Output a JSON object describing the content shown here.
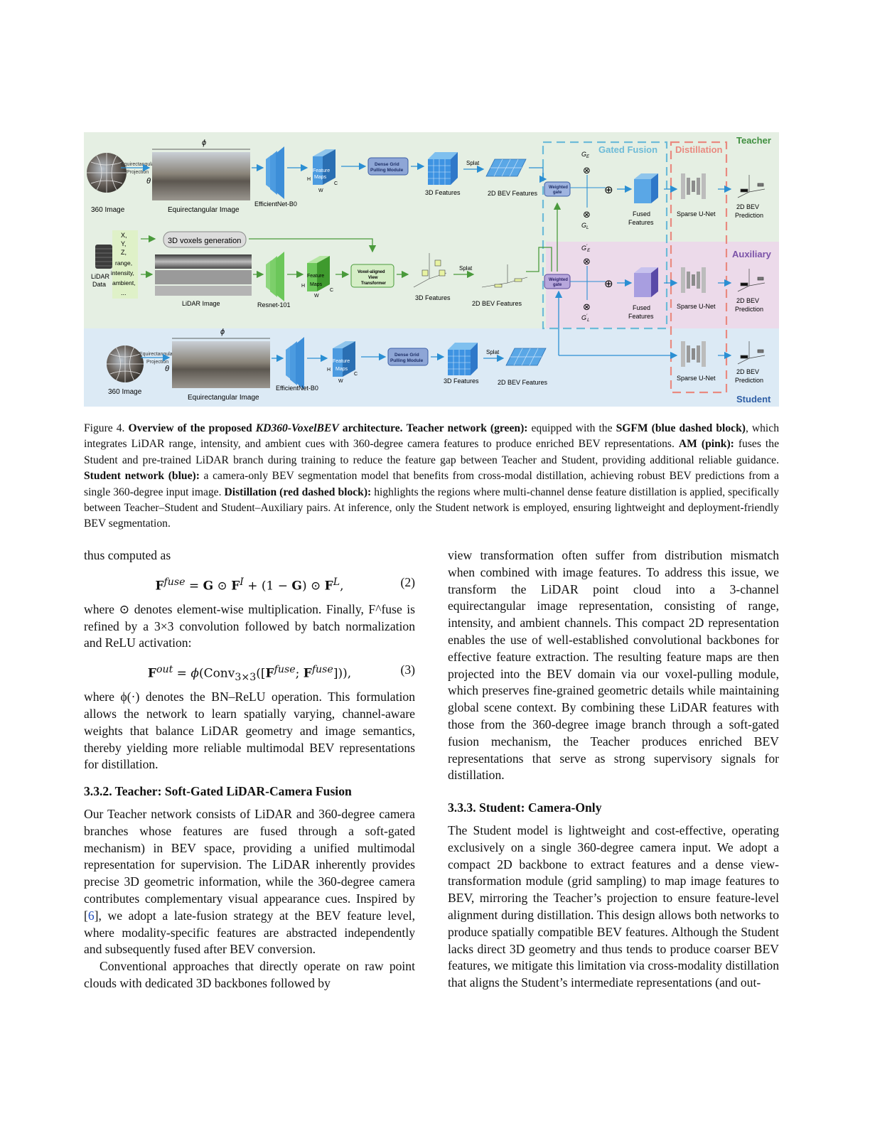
{
  "figure": {
    "labels": {
      "phi": "ϕ",
      "theta": "θ",
      "equirect_projection": "Equirectangular\nProjection",
      "image_360": "360 Image",
      "equirect_image": "Equirectangular Image",
      "efficientnet": "EfficientNet-B0",
      "feature_maps": "Feature\nMaps",
      "dim_h": "H",
      "dim_w": "W",
      "dim_c": "C",
      "dense_grid": "Dense Grid\nPulling Module",
      "features_3d": "3D Features",
      "splat": "Splat",
      "bev_features": "2D BEV Features",
      "gated_fusion": "Gated Fusion",
      "distillation": "Distillation",
      "teacher": "Teacher",
      "auxiliary": "Auxiliary",
      "student": "Student",
      "weighted_gate": "Weighted\ngate",
      "g_e": "G_E",
      "g_l": "G_L",
      "g_e_prime": "G'_E",
      "g_l_prime": "G'_L",
      "fused_features": "Fused\nFeatures",
      "sparse_unet": "Sparse U-Net",
      "bev_prediction": "2D BEV\nPrediction",
      "lidar_data": "LiDAR\nData",
      "lidar_channels": "X,\nY,\nZ,\nrange,\nintensity,\nambient,\n...",
      "voxels_generation": "3D voxels generation",
      "lidar_image": "LiDAR Image",
      "resnet": "Resnet-101",
      "voxel_vt": "Voxel-aligned\nView\nTransformer"
    },
    "colors": {
      "teacher_bg": "#e5efe3",
      "aux_bg": "#ecdaea",
      "student_bg": "#dceaf5",
      "blue_dash": "#6dbbd8",
      "red_dash": "#e98a80",
      "teacher_text": "#3f8f3f",
      "aux_text": "#7b52a8",
      "student_text": "#2f5fa6",
      "arrow_blue": "#2b8fd3",
      "arrow_green": "#4a9a3c"
    }
  },
  "caption": {
    "figure_label": "Figure 4.",
    "title_pre": "Overview of the proposed ",
    "title_model": "KD360-VoxelBEV",
    "title_post": " architecture.",
    "teacher_label": "Teacher network (green):",
    "teacher_text_1": " equipped with the ",
    "sgfm_label": "SGFM (blue dashed block)",
    "teacher_text_2": ", which integrates LiDAR range, intensity, and ambient cues with 360-degree camera features to produce enriched BEV representations. ",
    "am_label": "AM (pink):",
    "am_text": " fuses the Student and pre-trained LiDAR branch during training to reduce the feature gap between Teacher and Student, providing additional reliable guidance. ",
    "student_label": "Student network (blue):",
    "student_text": " a camera-only BEV segmentation model that benefits from cross-modal distillation, achieving robust BEV predictions from a single 360-degree input image. ",
    "distill_label": "Distillation (red dashed block):",
    "distill_text": " highlights the regions where multi-channel dense feature distillation is applied, specifically between Teacher–Student and Student–Auxiliary pairs. At inference, only the Student network is employed, ensuring lightweight and deployment-friendly BEV segmentation."
  },
  "left_column": {
    "p0": "thus computed as",
    "eq2_number": "(2)",
    "p1": "where ⊙ denotes element-wise multiplication. Finally, F^fuse is refined by a 3×3 convolution followed by batch normalization and ReLU activation:",
    "eq3_number": "(3)",
    "p2": "where ϕ(·) denotes the BN–ReLU operation. This formulation allows the network to learn spatially varying, channel-aware weights that balance LiDAR geometry and image semantics, thereby yielding more reliable multimodal BEV representations for distillation.",
    "heading": "3.3.2. Teacher: Soft-Gated LiDAR-Camera Fusion",
    "p3_pre": "Our Teacher network consists of LiDAR and 360-degree camera branches whose features are fused through a soft-gated mechanism) in BEV space, providing a unified multimodal representation for supervision. The LiDAR inherently provides precise 3D geometric information, while the 360-degree camera contributes complementary visual appearance cues. Inspired by [",
    "p3_cite": "6",
    "p3_post": "], we adopt a late-fusion strategy at the BEV feature level, where modality-specific features are abstracted independently and subsequently fused after BEV conversion.",
    "p4": "Conventional approaches that directly operate on raw point clouds with dedicated 3D backbones followed by"
  },
  "right_column": {
    "p0": "view transformation often suffer from distribution mismatch when combined with image features. To address this issue, we transform the LiDAR point cloud into a 3-channel equirectangular image representation, consisting of range, intensity, and ambient channels. This compact 2D representation enables the use of well-established convolutional backbones for effective feature extraction. The resulting feature maps are then projected into the BEV domain via our voxel-pulling module, which preserves fine-grained geometric details while maintaining global scene context. By combining these LiDAR features with those from the 360-degree image branch through a soft-gated fusion mechanism, the Teacher produces enriched BEV representations that serve as strong supervisory signals for distillation.",
    "heading": "3.3.3. Student: Camera-Only",
    "p1": "The Student model is lightweight and cost-effective, operating exclusively on a single 360-degree camera input. We adopt a compact 2D backbone to extract features and a dense view-transformation module (grid sampling) to map image features to BEV, mirroring the Teacher’s projection to ensure feature-level alignment during distillation. This design allows both networks to produce spatially compatible BEV features. Although the Student lacks direct 3D geometry and thus tends to produce coarser BEV features, we mitigate this limitation via cross-modality distillation that aligns the Student’s intermediate representations (and out-"
  }
}
